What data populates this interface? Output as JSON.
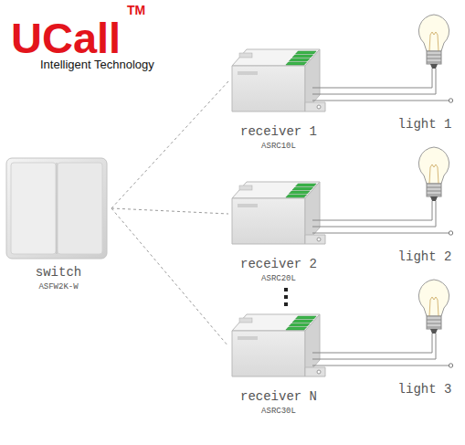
{
  "diagram": {
    "nodes": [
      {
        "text": [
          "switch",
          "ASFW2K-W"
        ]
      },
      {
        "text": [
          "receiver 1",
          "ASRC10L"
        ]
      },
      {
        "text": [
          "light 1"
        ]
      },
      {
        "text": [
          "receiver 2",
          "ASRC20L"
        ]
      },
      {
        "text": [
          "light 2"
        ]
      },
      {
        "text": [
          "receiver N",
          "ASRC30L"
        ]
      },
      {
        "text": [
          "light 3"
        ]
      }
    ],
    "edges": [
      {
        "from": 0,
        "to": 1,
        "arrow": "none"
      },
      {
        "from": 0,
        "to": 3,
        "arrow": "none"
      },
      {
        "from": 0,
        "to": 5,
        "arrow": "none"
      },
      {
        "from": 1,
        "to": 2,
        "arrow": "none"
      },
      {
        "from": 3,
        "to": 4,
        "arrow": "none"
      },
      {
        "from": 5,
        "to": 6,
        "arrow": "none"
      }
    ],
    "labels": [
      "UCall",
      "TM",
      "Intelligent Technology"
    ]
  }
}
